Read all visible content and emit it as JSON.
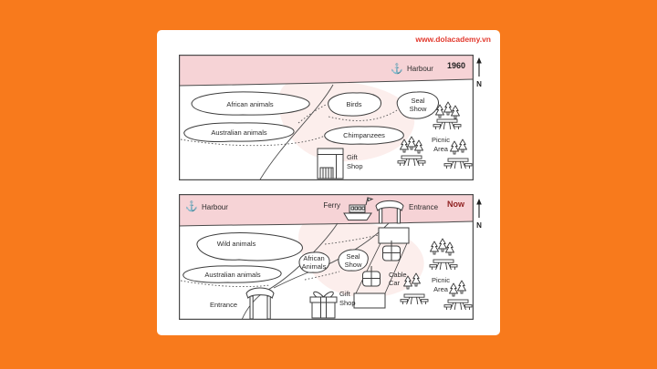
{
  "site": {
    "watermark": "www.dolacademy.vn"
  },
  "colors": {
    "background": "#F87A1C",
    "card": "#FFFFFF",
    "harbour_band": "#F6D3D6",
    "outline": "#3D3D3D",
    "label_text": "#2B2B2B",
    "watermark_red": "#E23A2E",
    "now_red": "#8E1F1F"
  },
  "icons": {
    "anchor_glyph": "⚓"
  },
  "compass": {
    "label": "N"
  },
  "map_1960": {
    "year": "1960",
    "harbour": "Harbour",
    "labels": {
      "african_animals": "African animals",
      "australian_animals": "Australian animals",
      "birds": "Birds",
      "seal_show_1": "Seal",
      "seal_show_2": "Show",
      "chimpanzees": "Chimpanzees",
      "gift_shop_1": "Gift",
      "gift_shop_2": "Shop",
      "picnic_area_1": "Picnic",
      "picnic_area_2": "Area"
    }
  },
  "map_now": {
    "year": "Now",
    "harbour": "Harbour",
    "ferry": "Ferry",
    "entrance_top": "Entrance",
    "entrance_bottom": "Entrance",
    "labels": {
      "wild_animals": "Wild animals",
      "australian_animals": "Australian animals",
      "african_animals_1": "African",
      "african_animals_2": "Animals",
      "seal_show_1": "Seal",
      "seal_show_2": "Show",
      "cable_car_1": "Cable",
      "cable_car_2": "Car",
      "gift_shop_1": "Gift",
      "gift_shop_2": "Shop",
      "picnic_area_1": "Picnic",
      "picnic_area_2": "Area"
    }
  }
}
